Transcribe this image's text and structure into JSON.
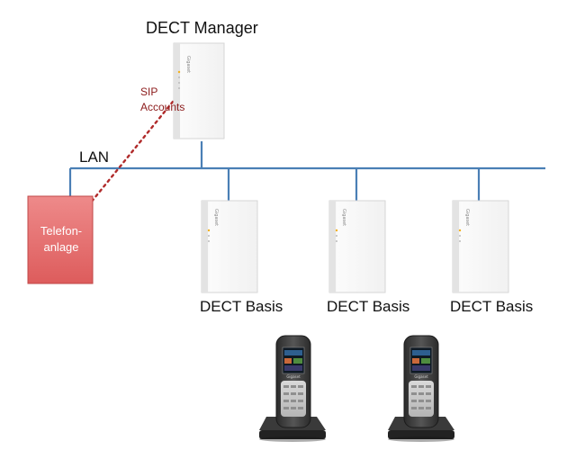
{
  "diagram": {
    "manager_title": "DECT Manager",
    "lan_label": "LAN",
    "sip_label_line1": "SIP",
    "sip_label_line2": "Accounts",
    "pbx_label_line1": "Telefon-",
    "pbx_label_line2": "anlage",
    "device_brand": "Gigaset",
    "base_stations": [
      {
        "label": "DECT Basis"
      },
      {
        "label": "DECT Basis"
      },
      {
        "label": "DECT Basis"
      }
    ],
    "colors": {
      "lan_line": "#4a7fb5",
      "sip_dotted": "#b02a2a",
      "pbx_fill": "#e66a6a",
      "pbx_border": "#c04848",
      "device_body": "#f7f7f7"
    }
  }
}
